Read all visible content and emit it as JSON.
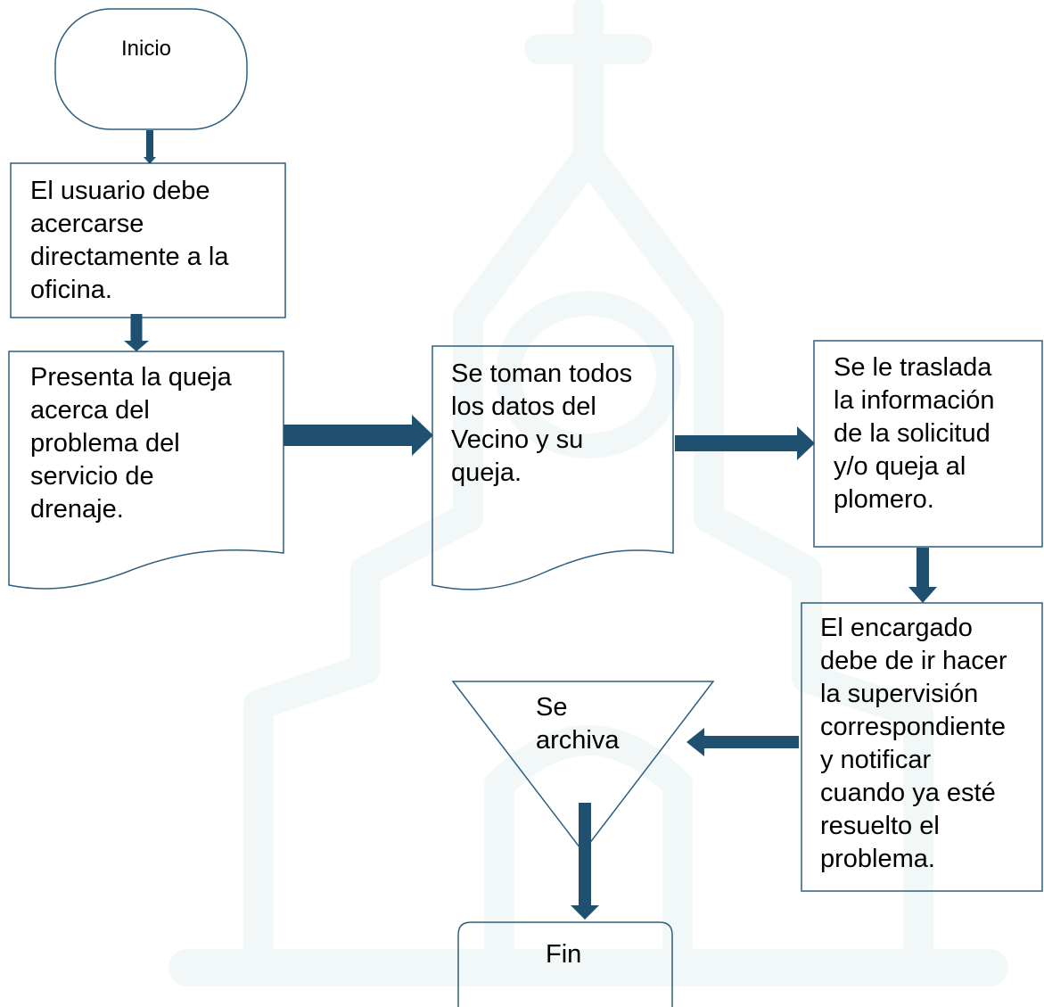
{
  "colors": {
    "border": "#2e5f7e",
    "arrow": "#1f5070",
    "watermark": "#f1f8f7"
  },
  "nodes": {
    "inicio": {
      "label": "Inicio"
    },
    "usuario": {
      "label": "El usuario debe\nacercarse\ndirectamente a la\noficina."
    },
    "presenta": {
      "label": "Presenta la queja\nacerca del\nproblema del\nservicio de\ndrenaje."
    },
    "datos": {
      "label": "Se toman todos\nlos datos del\nVecino y su\nqueja."
    },
    "traslada": {
      "label": "Se le traslada\nla información\nde la solicitud\ny/o queja al\nplomero."
    },
    "encargado": {
      "label": "El encargado\ndebe de ir hacer\nla supervisión\ncorrespondiente\ny notificar\ncuando ya esté\nresuelto el\nproblema."
    },
    "archiva": {
      "label": "Se\narchiva"
    },
    "fin": {
      "label": "Fin"
    }
  }
}
